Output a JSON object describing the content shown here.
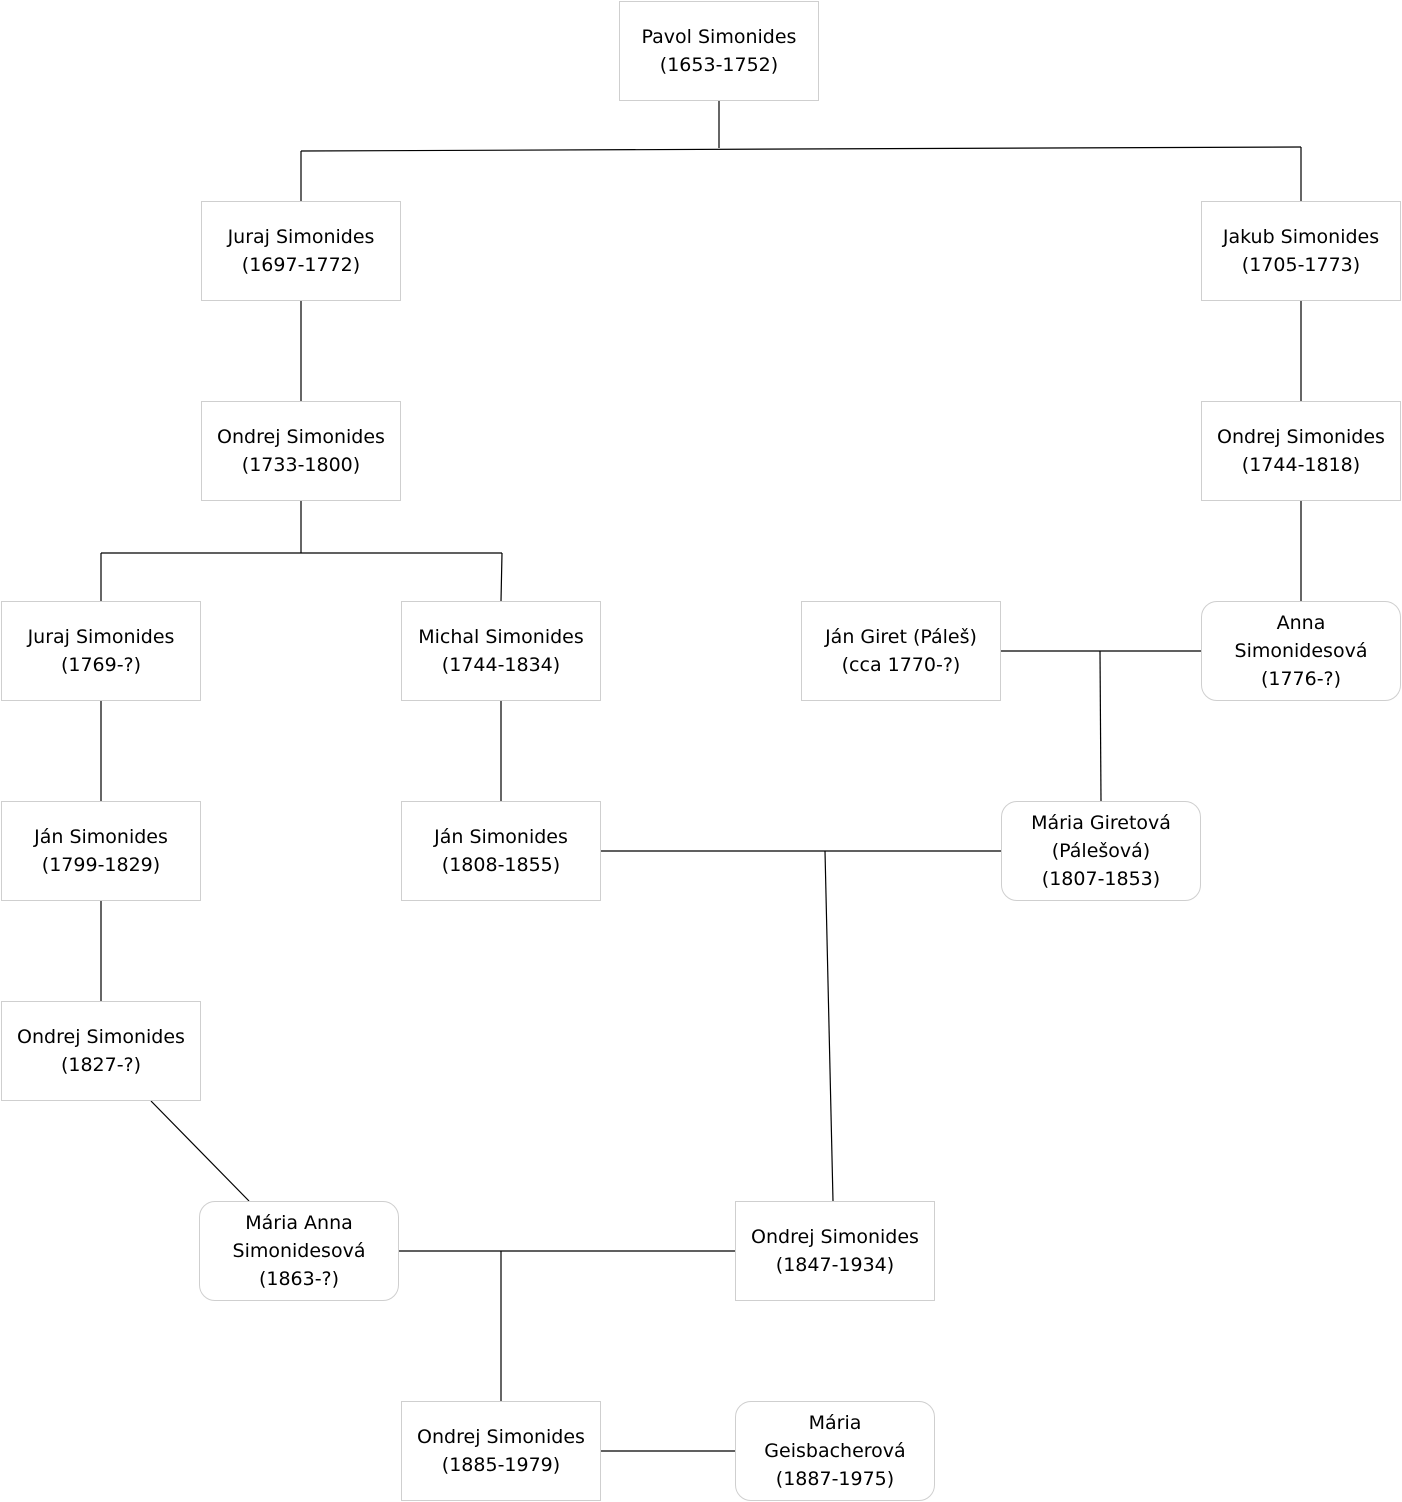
{
  "title": "Simonides family tree",
  "people": {
    "pavol": {
      "lines": [
        "Pavol Simonides",
        "(1653-1752)"
      ],
      "female": false
    },
    "juraj1697": {
      "lines": [
        "Juraj Simonides",
        "(1697-1772)"
      ],
      "female": false
    },
    "jakub": {
      "lines": [
        "Jakub Simonides",
        "(1705-1773)"
      ],
      "female": false
    },
    "ondrej1733": {
      "lines": [
        "Ondrej Simonides",
        "(1733-1800)"
      ],
      "female": false
    },
    "ondrej1744": {
      "lines": [
        "Ondrej Simonides",
        "(1744-1818)"
      ],
      "female": false
    },
    "juraj1769": {
      "lines": [
        "Juraj Simonides",
        "(1769-?)"
      ],
      "female": false
    },
    "michal": {
      "lines": [
        "Michal Simonides",
        "(1744-1834)"
      ],
      "female": false
    },
    "giret": {
      "lines": [
        "Ján Giret (Páleš)",
        "(cca 1770-?)"
      ],
      "female": false
    },
    "anna": {
      "lines": [
        "Anna",
        "Simonidesová",
        "(1776-?)"
      ],
      "female": true
    },
    "jan1799": {
      "lines": [
        "Ján Simonides",
        "(1799-1829)"
      ],
      "female": false
    },
    "jan1808": {
      "lines": [
        "Ján Simonides",
        "(1808-1855)"
      ],
      "female": false
    },
    "maria_giretova": {
      "lines": [
        "Mária Giretová",
        "(Pálešová)",
        "(1807-1853)"
      ],
      "female": true
    },
    "ondrej1827": {
      "lines": [
        "Ondrej Simonides",
        "(1827-?)"
      ],
      "female": false
    },
    "maria_anna": {
      "lines": [
        "Mária Anna",
        "Simonidesová",
        "(1863-?)"
      ],
      "female": true
    },
    "ondrej1847": {
      "lines": [
        "Ondrej Simonides",
        "(1847-1934)"
      ],
      "female": false
    },
    "ondrej1885": {
      "lines": [
        "Ondrej Simonides",
        "(1885-1979)"
      ],
      "female": false
    },
    "maria_geisbacherova": {
      "lines": [
        "Mária",
        "Geisbacherová",
        "(1887-1975)"
      ],
      "female": true
    }
  }
}
